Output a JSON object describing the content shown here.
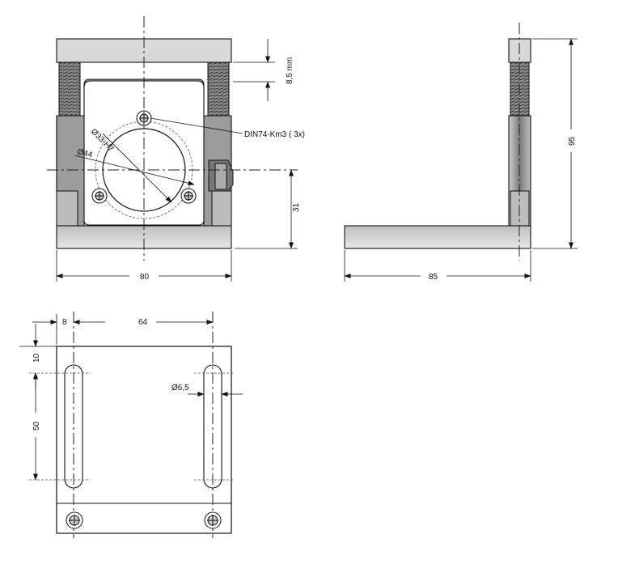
{
  "labels": {
    "front_width": "80",
    "front_height": "31",
    "thread_pitch": "8,5 mm",
    "screw_spec": "DIN74-Km3 ( 3x)",
    "bore": "Ø33-H7",
    "circle": "Ø44",
    "side_height": "95",
    "side_depth": "85",
    "bottom_offset": "8",
    "bottom_spacing": "64",
    "bottom_top": "10",
    "slot_length": "50",
    "slot_width": "Ø6,5"
  },
  "colors": {
    "line": "#111111",
    "shade_dark": "#6e6e6e",
    "shade_mid": "#9a9a9a",
    "shade_light": "#d6d6d6"
  }
}
